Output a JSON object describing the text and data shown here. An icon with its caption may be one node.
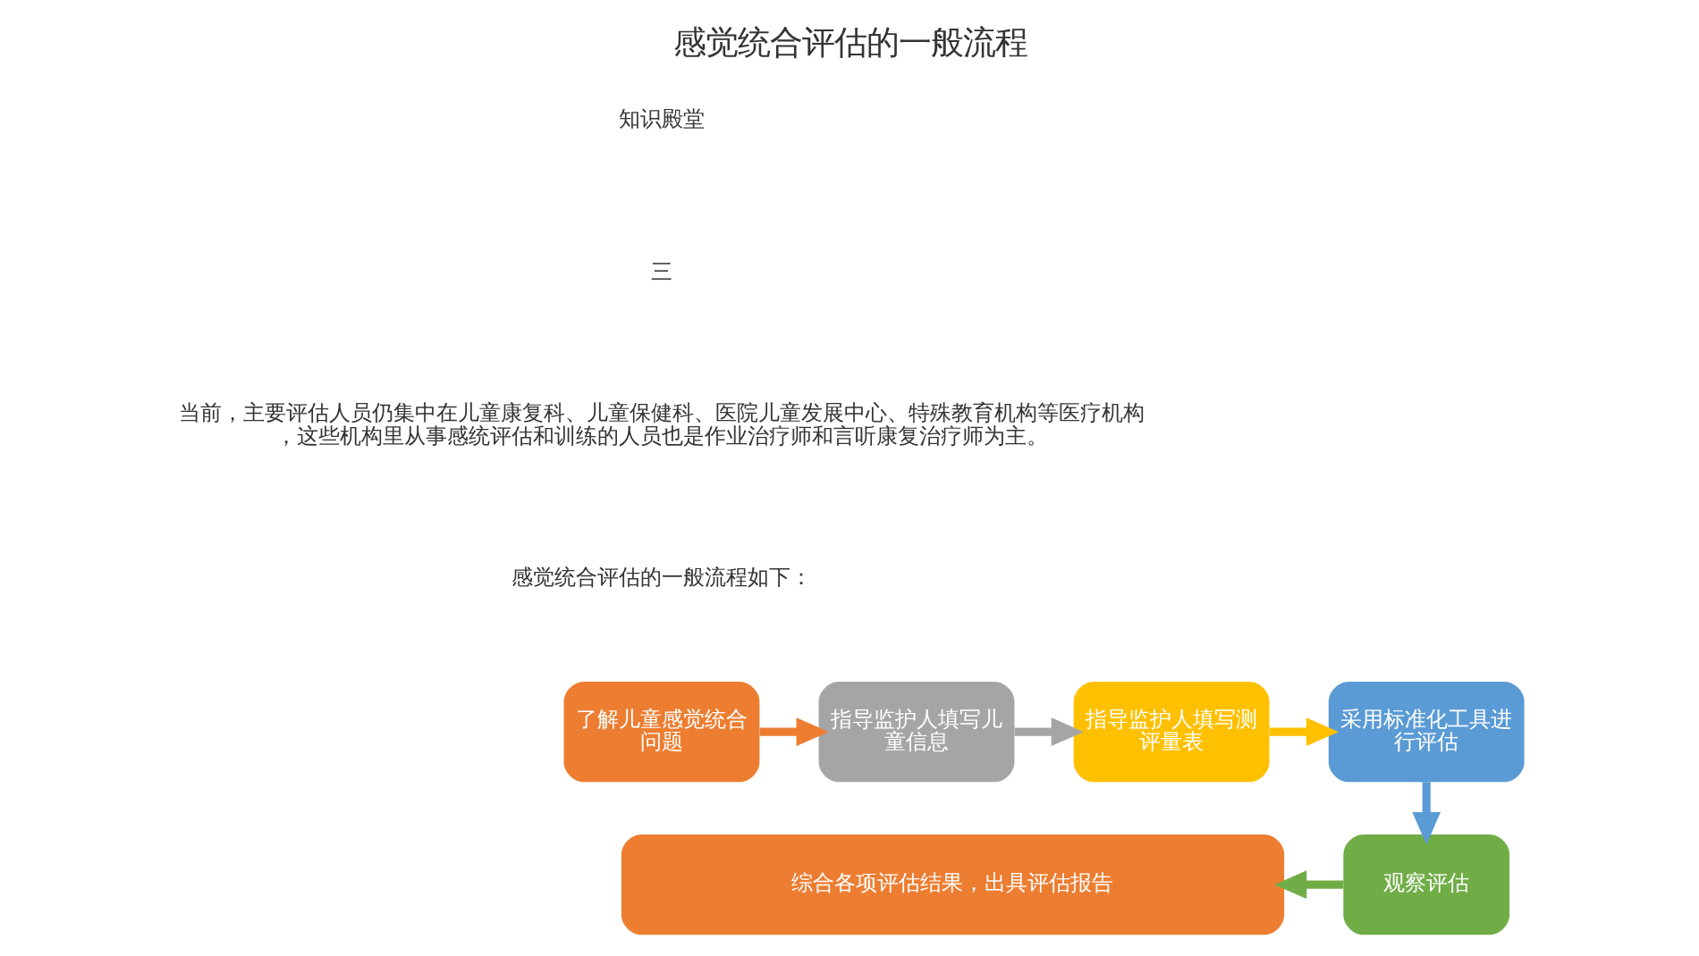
{
  "diagram": {
    "title": "感觉统合评估的一般流程",
    "nodes": [
      {
        "text": [
          "了解儿童感觉统合问题"
        ]
      },
      {
        "text": [
          "指导监护人填写儿童信息"
        ]
      },
      {
        "text": [
          "指导监护人填写测评量表"
        ]
      },
      {
        "text": [
          "采用标准化工具进行评估"
        ]
      },
      {
        "text": [
          "观察评估"
        ]
      },
      {
        "text": [
          "综合各项评估结果，出具评估报告"
        ]
      }
    ],
    "edges": [
      {
        "from": 0,
        "to": 1,
        "arrow": "to",
        "color": "#ed7d31"
      },
      {
        "from": 1,
        "to": 2,
        "arrow": "to",
        "color": "#a5a5a5"
      },
      {
        "from": 2,
        "to": 3,
        "arrow": "to",
        "color": "#ffc000"
      },
      {
        "from": 3,
        "to": 4,
        "arrow": "to",
        "color": "#5b9bd5"
      },
      {
        "from": 4,
        "to": 5,
        "arrow": "to",
        "color": "#70ad47"
      }
    ],
    "labels": [
      "知识殿堂",
      "三",
      "当前，主要评估人员仍集中在儿童康复科、儿童保健科、医院儿童发展中心、特殊教育机构等医疗机构，这些机构里从事感统评估和训练的人员也是作业治疗师和言听康复治疗师为主。",
      "感觉统合评估的一般流程如下："
    ]
  }
}
